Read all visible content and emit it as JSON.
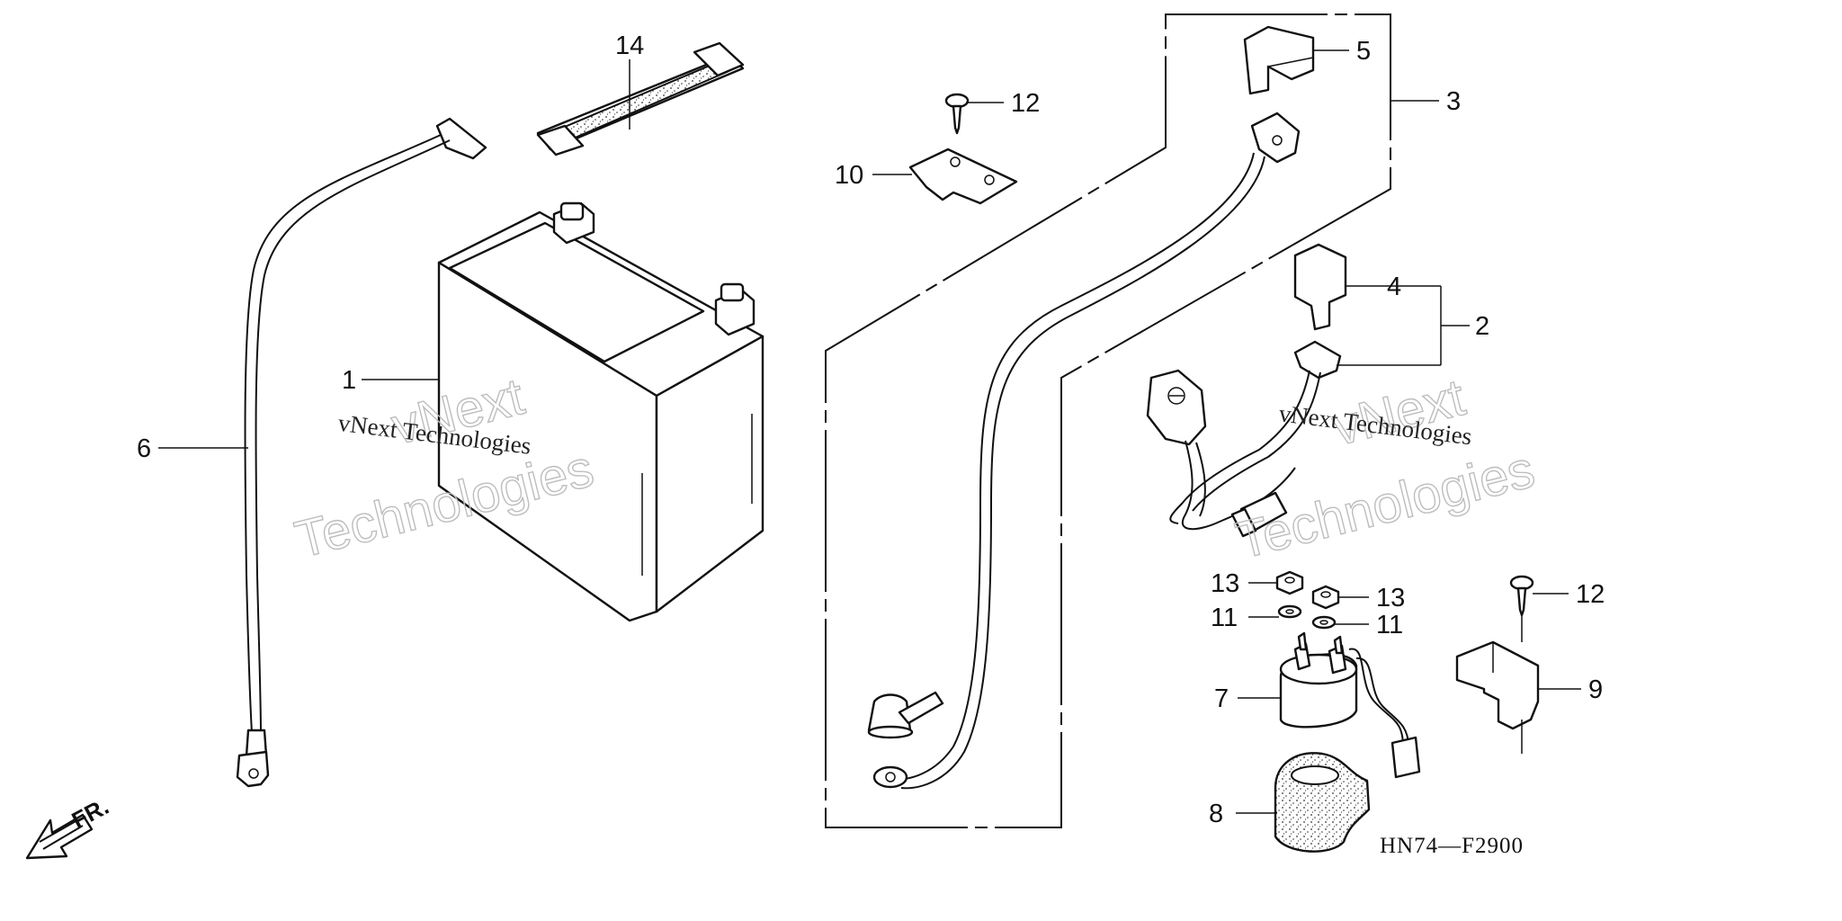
{
  "diagram": {
    "drawing_code": "HN74—F2900",
    "direction_label": "FR.",
    "watermark": {
      "small": "vNext Technologies",
      "large_line1": "vNext",
      "large_line2": "Technologies"
    },
    "callouts": {
      "p1": "1",
      "p2": "2",
      "p3": "3",
      "p4": "4",
      "p5": "5",
      "p6": "6",
      "p7": "7",
      "p8": "8",
      "p9": "9",
      "p10": "10",
      "p11a": "11",
      "p11b": "11",
      "p12a": "12",
      "p12b": "12",
      "p13a": "13",
      "p13b": "13",
      "p14": "14"
    }
  }
}
